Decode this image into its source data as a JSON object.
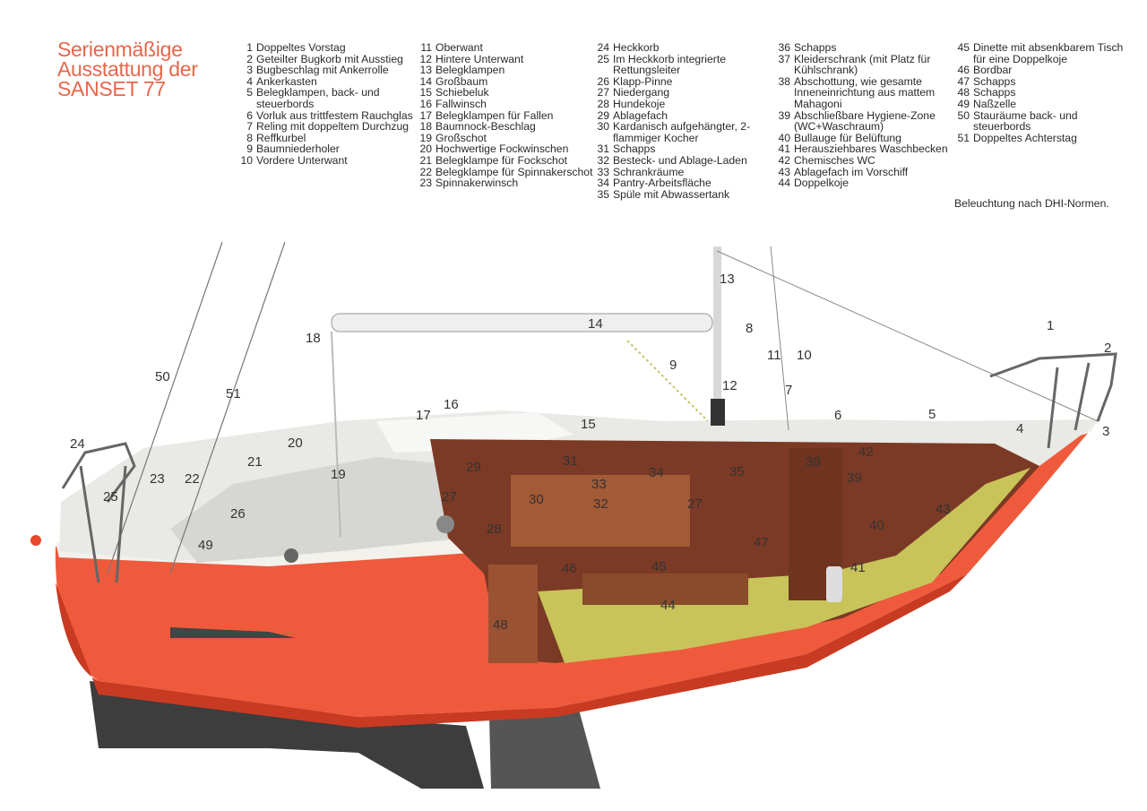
{
  "title": {
    "line1": "Serienmäßige",
    "line2": "Ausstattung der",
    "line3": "SANSET 77"
  },
  "legend": {
    "col1": [
      {
        "n": "1",
        "t": "Doppeltes Vorstag"
      },
      {
        "n": "2",
        "t": "Geteilter Bugkorb mit Ausstieg"
      },
      {
        "n": "3",
        "t": "Bugbeschlag mit Ankerrolle"
      },
      {
        "n": "4",
        "t": "Ankerkasten"
      },
      {
        "n": "5",
        "t": "Belegklampen, back- und steuerbords"
      },
      {
        "n": "6",
        "t": "Vorluk aus trittfestem Rauchglas"
      },
      {
        "n": "7",
        "t": "Reling mit doppeltem Durchzug"
      },
      {
        "n": "8",
        "t": "Reffkurbel"
      },
      {
        "n": "9",
        "t": "Baumniederholer"
      },
      {
        "n": "10",
        "t": "Vordere Unterwant"
      }
    ],
    "col2": [
      {
        "n": "11",
        "t": "Oberwant"
      },
      {
        "n": "12",
        "t": "Hintere Unterwant"
      },
      {
        "n": "13",
        "t": "Belegklampen"
      },
      {
        "n": "14",
        "t": "Großbaum"
      },
      {
        "n": "15",
        "t": "Schiebeluk"
      },
      {
        "n": "16",
        "t": "Fallwinsch"
      },
      {
        "n": "17",
        "t": "Belegklampen für Fallen"
      },
      {
        "n": "18",
        "t": "Baumnock-Beschlag"
      },
      {
        "n": "19",
        "t": "Großschot"
      },
      {
        "n": "20",
        "t": "Hochwertige Fockwinschen"
      },
      {
        "n": "21",
        "t": "Belegklampe für Fockschot"
      },
      {
        "n": "22",
        "t": "Belegklampe für Spinnakerschot"
      },
      {
        "n": "23",
        "t": "Spinnakerwinsch"
      }
    ],
    "col3": [
      {
        "n": "24",
        "t": "Heckkorb"
      },
      {
        "n": "25",
        "t": "Im Heckkorb integrierte Rettungsleiter"
      },
      {
        "n": "26",
        "t": "Klapp-Pinne"
      },
      {
        "n": "27",
        "t": "Niedergang"
      },
      {
        "n": "28",
        "t": "Hundekoje"
      },
      {
        "n": "29",
        "t": "Ablagefach"
      },
      {
        "n": "30",
        "t": "Kardanisch aufgehängter, 2-flammiger Kocher"
      },
      {
        "n": "31",
        "t": "Schapps"
      },
      {
        "n": "32",
        "t": "Besteck- und Ablage-Laden"
      },
      {
        "n": "33",
        "t": "Schrankräume"
      },
      {
        "n": "34",
        "t": "Pantry-Arbeitsfläche"
      },
      {
        "n": "35",
        "t": "Spüle mit Abwassertank"
      }
    ],
    "col4": [
      {
        "n": "36",
        "t": "Schapps"
      },
      {
        "n": "37",
        "t": "Kleiderschrank (mit Platz für Kühlschrank)"
      },
      {
        "n": "38",
        "t": "Abschottung, wie gesamte Inneneinrichtung aus mattem Mahagoni"
      },
      {
        "n": "39",
        "t": "Abschließbare Hygiene-Zone (WC+Waschraum)"
      },
      {
        "n": "40",
        "t": "Bullauge für Belüftung"
      },
      {
        "n": "41",
        "t": "Herausziehbares Waschbecken"
      },
      {
        "n": "42",
        "t": "Chemisches WC"
      },
      {
        "n": "43",
        "t": "Ablagefach im Vorschiff"
      },
      {
        "n": "44",
        "t": "Doppelkoje"
      }
    ],
    "col5": [
      {
        "n": "45",
        "t": "Dinette mit absenkbarem Tisch für eine Doppelkoje"
      },
      {
        "n": "46",
        "t": "Bordbar"
      },
      {
        "n": "47",
        "t": "Schapps"
      },
      {
        "n": "48",
        "t": "Schapps"
      },
      {
        "n": "49",
        "t": "Naßzelle"
      },
      {
        "n": "50",
        "t": "Stauräume back- und steuerbords"
      },
      {
        "n": "51",
        "t": "Doppeltes Achterstag"
      }
    ]
  },
  "note": "Beleuchtung nach DHI-Normen.",
  "colors": {
    "title": "#e8664a",
    "hull": "#ef5a3c",
    "hull_dark": "#c93a22",
    "deck": "#e9e9e6",
    "keel": "#3d3d3d",
    "mahogany": "#8a3f27",
    "cushion": "#c8c45a"
  },
  "callouts": [
    {
      "n": "1"
    },
    {
      "n": "2"
    },
    {
      "n": "3"
    },
    {
      "n": "4"
    },
    {
      "n": "5"
    },
    {
      "n": "6"
    },
    {
      "n": "7"
    },
    {
      "n": "8"
    },
    {
      "n": "9"
    },
    {
      "n": "10"
    },
    {
      "n": "11"
    },
    {
      "n": "12"
    },
    {
      "n": "13"
    },
    {
      "n": "14"
    },
    {
      "n": "15"
    },
    {
      "n": "16"
    },
    {
      "n": "17"
    },
    {
      "n": "18"
    },
    {
      "n": "19"
    },
    {
      "n": "20"
    },
    {
      "n": "21"
    },
    {
      "n": "22"
    },
    {
      "n": "23"
    },
    {
      "n": "24"
    },
    {
      "n": "25"
    },
    {
      "n": "26"
    },
    {
      "n": "27"
    },
    {
      "n": "27"
    },
    {
      "n": "28"
    },
    {
      "n": "29"
    },
    {
      "n": "30"
    },
    {
      "n": "31"
    },
    {
      "n": "32"
    },
    {
      "n": "33"
    },
    {
      "n": "34"
    },
    {
      "n": "35"
    },
    {
      "n": "38"
    },
    {
      "n": "39"
    },
    {
      "n": "40"
    },
    {
      "n": "41"
    },
    {
      "n": "42"
    },
    {
      "n": "43"
    },
    {
      "n": "44"
    },
    {
      "n": "45"
    },
    {
      "n": "46"
    },
    {
      "n": "47"
    },
    {
      "n": "48"
    },
    {
      "n": "49"
    },
    {
      "n": "50"
    },
    {
      "n": "51"
    },
    {
      "n": "51"
    }
  ]
}
